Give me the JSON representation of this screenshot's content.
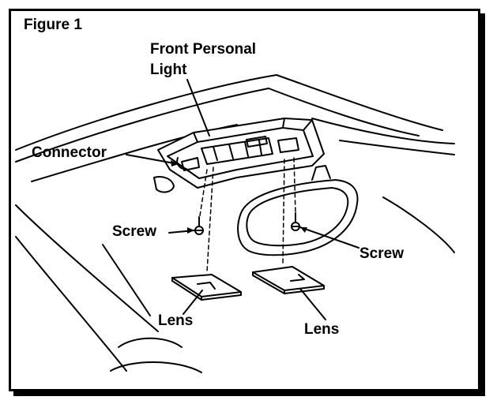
{
  "figure_title": "Figure 1",
  "labels": {
    "front_personal_light_line1": "Front Personal",
    "front_personal_light_line2": "Light",
    "connector": "Connector",
    "screw_left": "Screw",
    "screw_right": "Screw",
    "lens_left": "Lens",
    "lens_right": "Lens"
  }
}
